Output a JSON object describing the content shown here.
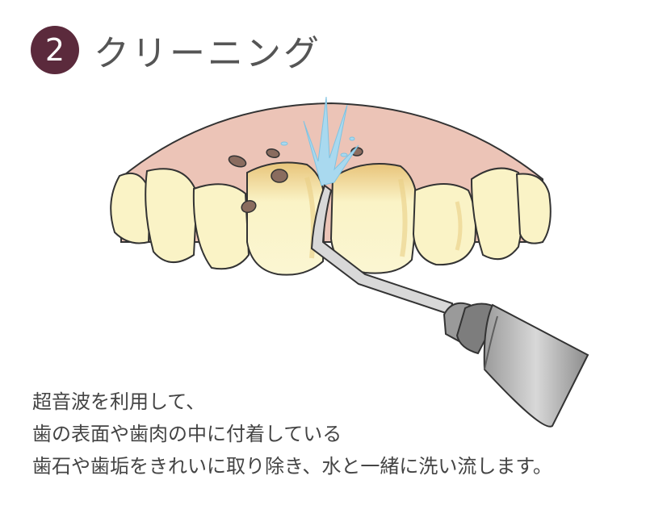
{
  "header": {
    "step_number": "2",
    "title": "クリーニング"
  },
  "description": {
    "lines": [
      "超音波を利用して、",
      "歯の表面や歯肉の中に付着している",
      "歯石や歯垢をきれいに取り除き、水と一緒に洗い流します。"
    ]
  },
  "colors": {
    "badge": "#5b2a3c",
    "gum": "#ecc4b7",
    "tooth": "#faf3c6",
    "tartar": "#8a6c5f",
    "water": "#a9d9ef"
  }
}
